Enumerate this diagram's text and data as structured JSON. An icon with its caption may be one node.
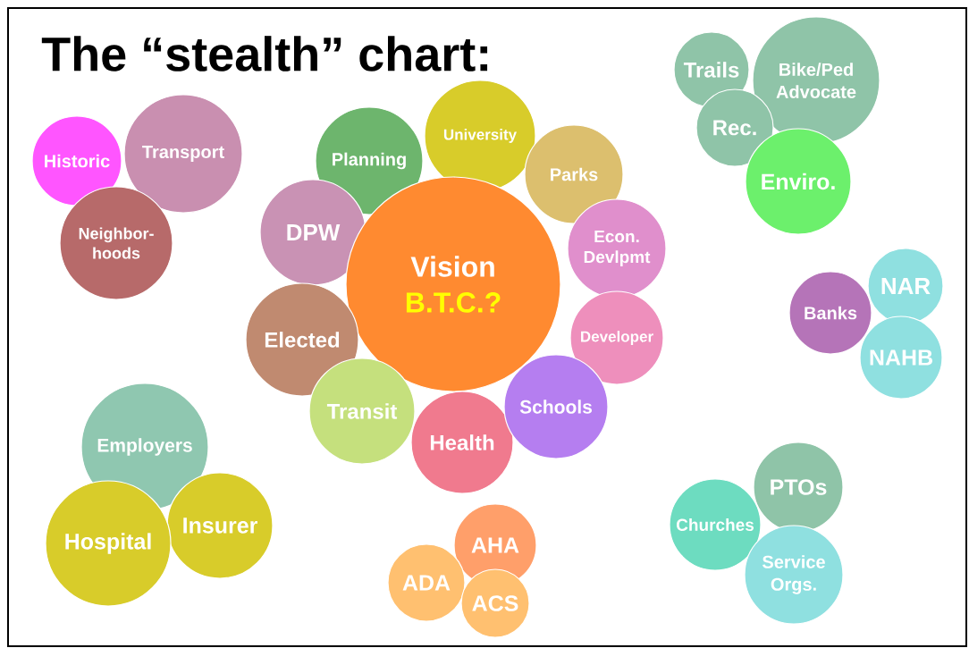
{
  "diagram": {
    "title": "The “stealth” chart:",
    "nodes": [
      {
        "text": [
          "Historic"
        ]
      },
      {
        "text": [
          "Transport"
        ]
      },
      {
        "text": [
          "Neighbor- hoods"
        ]
      },
      {
        "text": [
          "Planning"
        ]
      },
      {
        "text": [
          "University"
        ]
      },
      {
        "text": [
          "DPW"
        ]
      },
      {
        "text": [
          "Parks"
        ]
      },
      {
        "text": [
          "Vision",
          "B.T.C.?"
        ]
      },
      {
        "text": [
          "Econ. Devlpmt"
        ]
      },
      {
        "text": [
          "Elected"
        ]
      },
      {
        "text": [
          "Developer"
        ]
      },
      {
        "text": [
          "Transit"
        ]
      },
      {
        "text": [
          "Health"
        ]
      },
      {
        "text": [
          "Schools"
        ]
      },
      {
        "text": [
          "Trails"
        ]
      },
      {
        "text": [
          "Bike/Ped Advocate"
        ]
      },
      {
        "text": [
          "Rec."
        ]
      },
      {
        "text": [
          "Enviro."
        ]
      },
      {
        "text": [
          "NAR"
        ]
      },
      {
        "text": [
          "Banks"
        ]
      },
      {
        "text": [
          "NAHB"
        ]
      },
      {
        "text": [
          "Employers"
        ]
      },
      {
        "text": [
          "Insurer"
        ]
      },
      {
        "text": [
          "Hospital"
        ]
      },
      {
        "text": [
          "PTOs"
        ]
      },
      {
        "text": [
          "AHA"
        ]
      },
      {
        "text": [
          "Churches"
        ]
      },
      {
        "text": [
          "ADA"
        ]
      },
      {
        "text": [
          "Service Orgs."
        ]
      },
      {
        "text": [
          "ACS"
        ]
      }
    ]
  }
}
